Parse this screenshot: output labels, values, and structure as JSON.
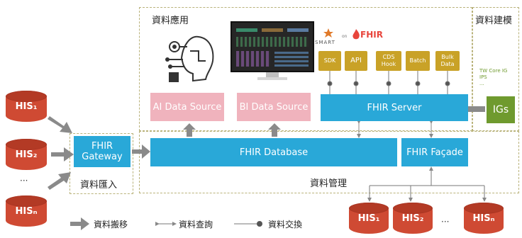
{
  "zones": {
    "apps_label": "資料應用",
    "modeling_label": "資料建模",
    "import_label": "資料匯入",
    "management_label": "資料管理"
  },
  "his_left": [
    "HIS₁",
    "HIS₂",
    "···",
    "HISₙ"
  ],
  "his_bottom": [
    "HIS₁",
    "HIS₂",
    "···",
    "HISₙ"
  ],
  "gateway": "FHIR Gateway",
  "database": "FHIR Database",
  "facade": "FHIR Façade",
  "ai_source": "AI Data Source",
  "bi_source": "BI Data Source",
  "server": "FHIR Server",
  "igs": "IGs",
  "tools": [
    "SDK",
    "API",
    "CDS Hook",
    "Batch",
    "Bulk Data"
  ],
  "logos": {
    "smart": "SMART",
    "on": "on",
    "fhir": "FHIR"
  },
  "modeling_notes": [
    "TW Core IG",
    "IPS",
    "..."
  ],
  "legend": {
    "migrate": "資料搬移",
    "query": "資料查詢",
    "exchange": "資料交換"
  },
  "colors": {
    "his": "#cf4a33",
    "fhir_blue": "#29a8d8",
    "pink": "#f0b3bd",
    "green": "#6f9a2e",
    "gold": "#c9a227",
    "zone_border": "#b9b27a"
  }
}
